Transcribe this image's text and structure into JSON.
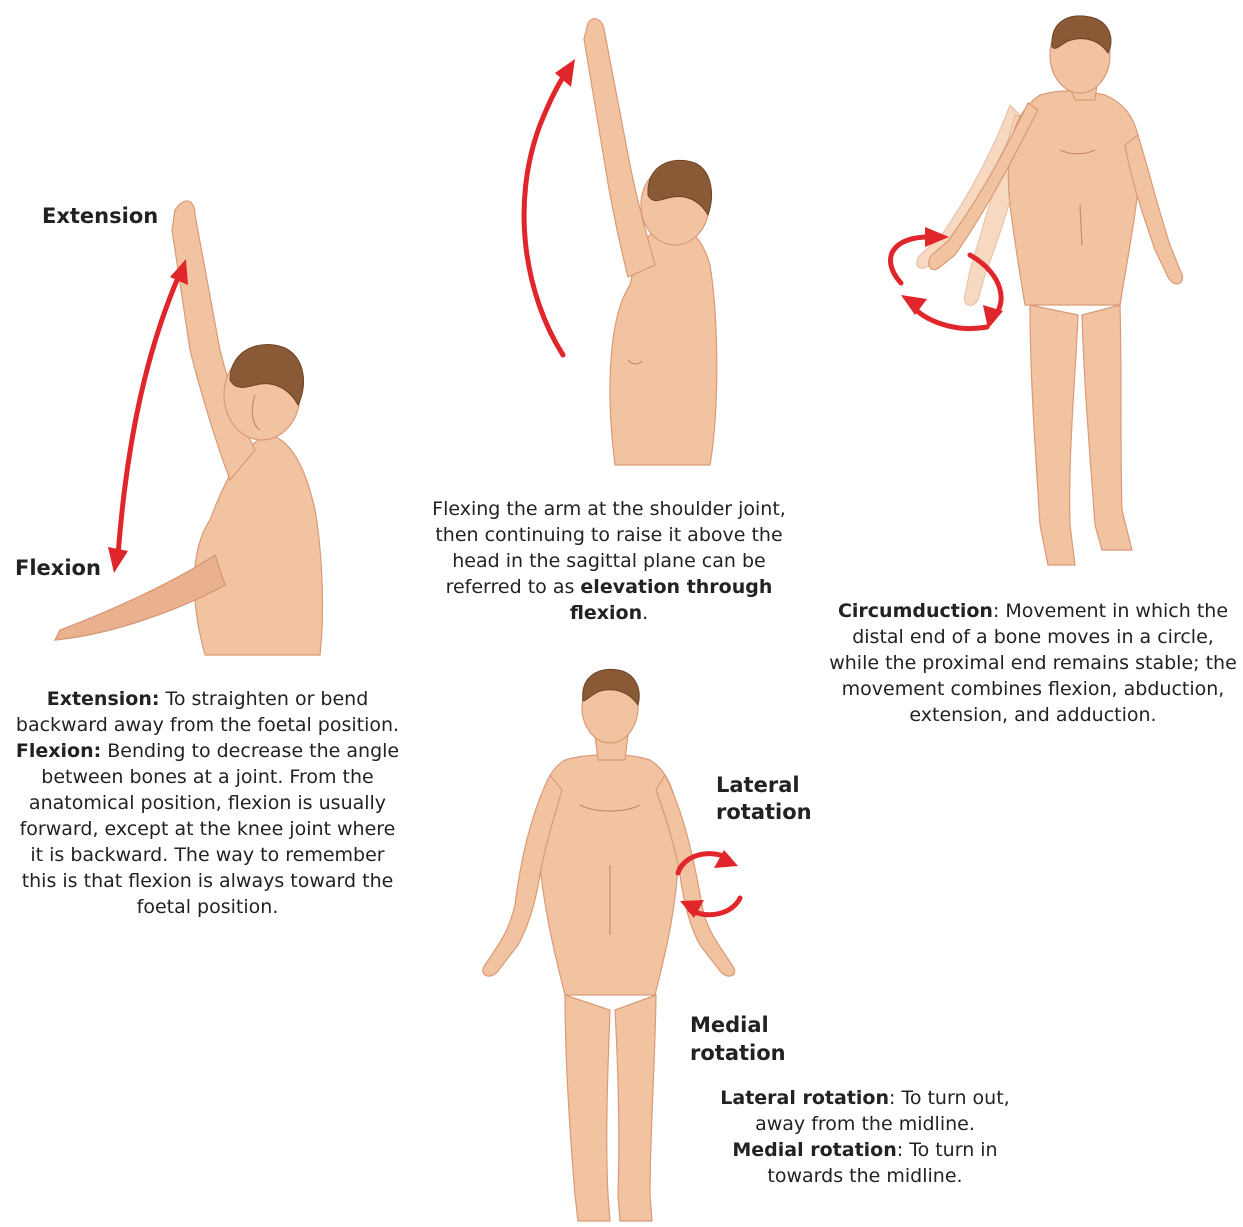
{
  "panels": {
    "flexion_extension": {
      "label_extension": "Extension",
      "label_flexion": "Flexion",
      "caption": {
        "extension_term": "Extension:",
        "extension_text": " To straighten or bend backward away from the foetal position.",
        "flexion_term": "Flexion:",
        "flexion_text": " Bending to decrease the angle between bones at a joint. From the anatomical position, flexion is usually forward, except at the knee joint where it is backward. The way to remember this is that flexion is always toward the foetal position."
      }
    },
    "elevation": {
      "caption": {
        "text_before": "Flexing the arm at the shoulder joint, then continuing to raise it above the head in the sagittal plane can be referred to as ",
        "term": "elevation through flexion",
        "text_after": "."
      }
    },
    "circumduction": {
      "caption": {
        "term": "Circumduction",
        "text": ": Movement in which the distal end of a bone moves in a circle, while the proximal end remains stable; the movement combines flexion, abduction, extension, and adduction."
      }
    },
    "rotation": {
      "label_lateral_line1": "Lateral",
      "label_lateral_line2": "rotation",
      "label_medial_line1": "Medial",
      "label_medial_line2": "rotation",
      "caption": {
        "lateral_term": "Lateral rotation",
        "lateral_text": ": To turn out, away from the midline.",
        "medial_term": "Medial rotation",
        "medial_text": ": To turn in towards the midline."
      }
    }
  },
  "colors": {
    "arrow": "#e0262b",
    "skin": "#f2c3a0",
    "hair": "#8a5a36"
  }
}
